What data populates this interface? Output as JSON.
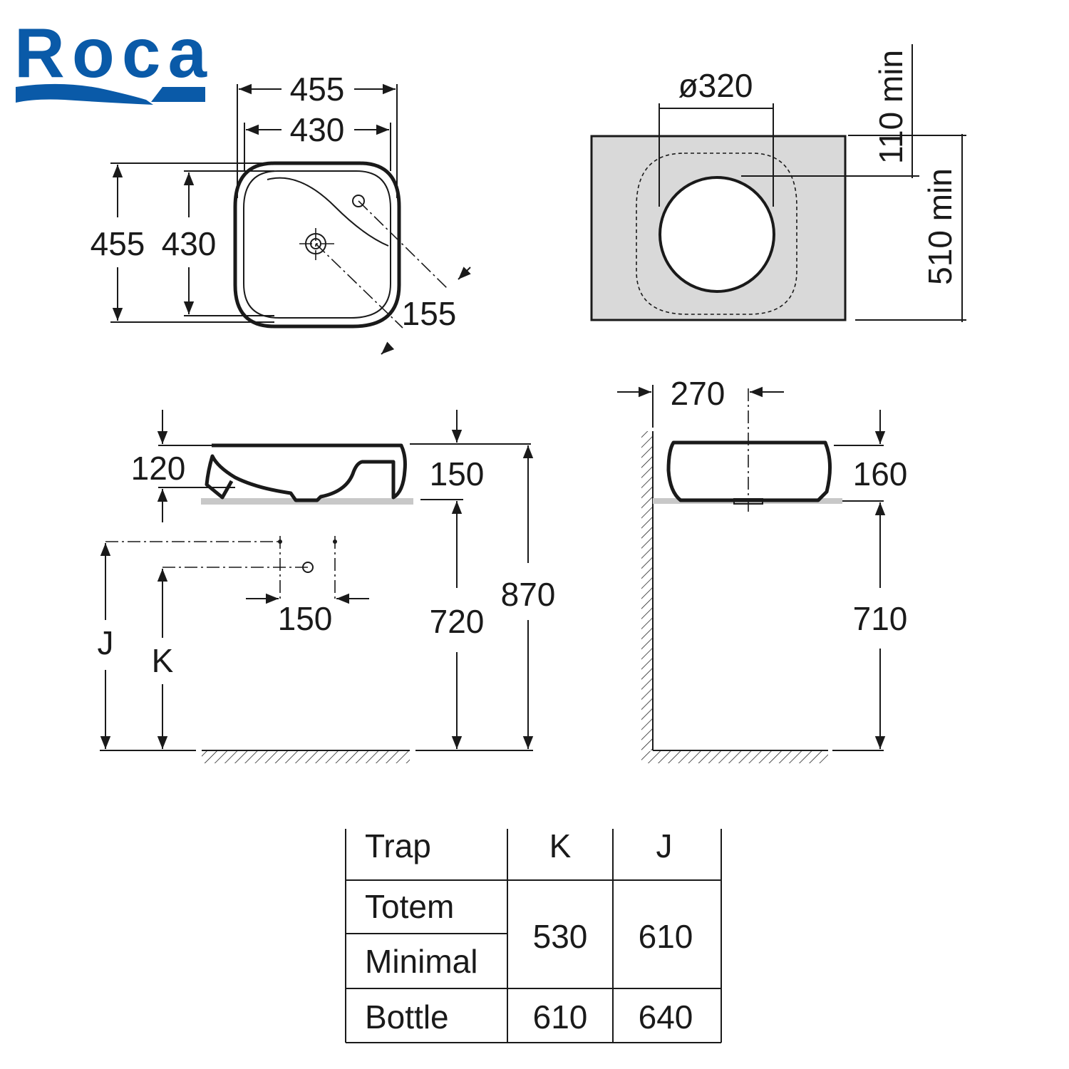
{
  "brand": {
    "name": "Roca",
    "color": "#0a5aa8"
  },
  "plan_view": {
    "outer_width": "455",
    "inner_width": "430",
    "outer_depth": "455",
    "inner_depth": "430",
    "tap_offset": "155"
  },
  "cutout_view": {
    "diameter": "ø320",
    "back_clearance": "110 min",
    "front_depth": "510 min"
  },
  "front_view": {
    "basin_height": "120",
    "basin_top_height": "150",
    "tap_spacing": "150",
    "counter_height": "720",
    "total_height": "870",
    "label_j": "J",
    "label_k": "K"
  },
  "side_view": {
    "wall_offset": "270",
    "basin_height": "160",
    "counter_height": "710"
  },
  "trap_table": {
    "headers": [
      "Trap",
      "K",
      "J"
    ],
    "rows": [
      {
        "trap": "Totem"
      },
      {
        "trap": "Minimal"
      },
      {
        "trap": "Bottle",
        "k": "610",
        "j": "640"
      }
    ],
    "merged": {
      "k": "530",
      "j": "610"
    }
  },
  "colors": {
    "counter": "#c8c8c8",
    "cutout_fill": "#d9d9d9",
    "line": "#1a1a1a"
  }
}
